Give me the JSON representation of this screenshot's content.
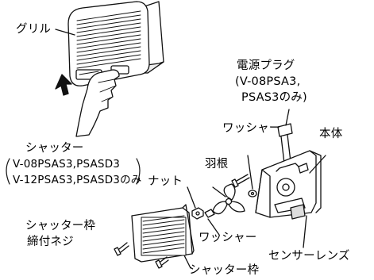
{
  "labels": {
    "grill": "グリル",
    "power_plug_title": "電源プラグ",
    "power_plug_line2": "(V-08PSA3,",
    "power_plug_line3": "PSAS3のみ)",
    "washer_top": "ワッシャー",
    "main_body": "本体",
    "blade": "羽根",
    "nut": "ナット",
    "shutter_title": "シャッター",
    "shutter_line2": "V-08PSAS3,PSASD3",
    "shutter_line3": "V-12PSAS3,PSASD3のみ",
    "shutter_frame_screw_line1": "シャッター枠",
    "shutter_frame_screw_line2": "締付ネジ",
    "washer_bottom": "ワッシャー",
    "sensor_lens": "センサーレンズ",
    "shutter_frame": "シャッター枠"
  },
  "colors": {
    "line": "#111111",
    "fill": "#ffffff",
    "shade": "#bbbbbb"
  }
}
